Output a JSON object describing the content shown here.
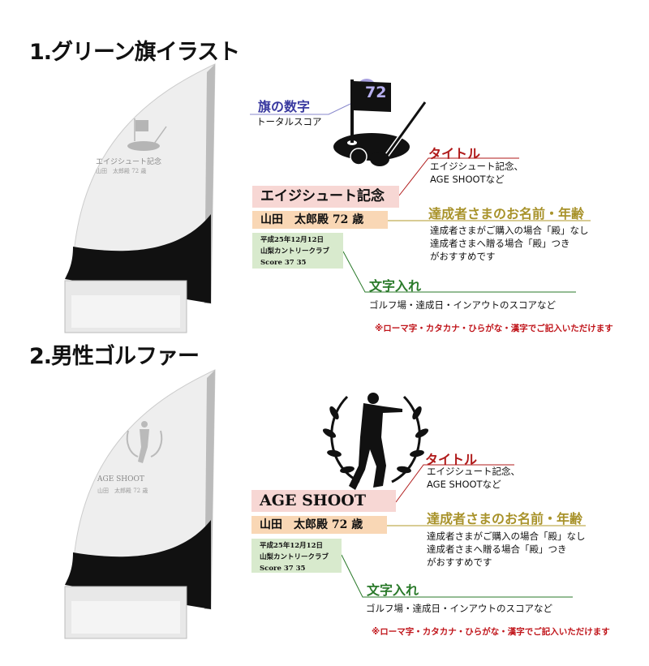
{
  "sections": [
    {
      "heading": "1.グリーン旗イラスト",
      "icon": "golf-flag-hole-club-icon",
      "flag_label": "旗の数字",
      "flag_desc": "トータルスコア",
      "flag_number": "72",
      "sample_title": "エイジシュート記念",
      "sample_name": "山田　太郎殿 72 歳",
      "sample_lines": [
        "平成25年12月12日",
        "山梨カントリークラブ",
        "Score 37 35"
      ],
      "title_label": "タイトル",
      "title_desc": [
        "エイジシュート記念、",
        "AGE SHOOTなど"
      ],
      "name_label": "達成者さまのお名前・年齢",
      "name_desc": [
        "達成者さまがご購入の場合「殿」なし",
        "達成者さまへ贈る場合「殿」つき",
        "がおすすめです"
      ],
      "text_label": "文字入れ",
      "text_desc": "ゴルフ場・達成日・インアウトのスコアなど",
      "note": "※ローマ字・カタカナ・ひらがな・漢字でご記入いただけます"
    },
    {
      "heading": "2.男性ゴルファー",
      "icon": "male-golfer-laurel-icon",
      "sample_title": "AGE SHOOT",
      "sample_name": "山田　太郎殿 72 歳",
      "sample_lines": [
        "平成25年12月12日",
        "山梨カントリークラブ",
        "Score 37 35"
      ],
      "title_label": "タイトル",
      "title_desc": [
        "エイジシュート記念、",
        "AGE SHOOTなど"
      ],
      "name_label": "達成者さまのお名前・年齢",
      "name_desc": [
        "達成者さまがご購入の場合「殿」なし",
        "達成者さまへ贈る場合「殿」つき",
        "がおすすめです"
      ],
      "text_label": "文字入れ",
      "text_desc": "ゴルフ場・達成日・インアウトのスコアなど",
      "note": "※ローマ字・カタカナ・ひらがな・漢字でご記入いただけます"
    }
  ],
  "colors": {
    "flag_label": "#3a3aa0",
    "title": "#b01a1a",
    "name": "#a8922a",
    "text": "#2a7a2a",
    "note": "#c0141a"
  }
}
